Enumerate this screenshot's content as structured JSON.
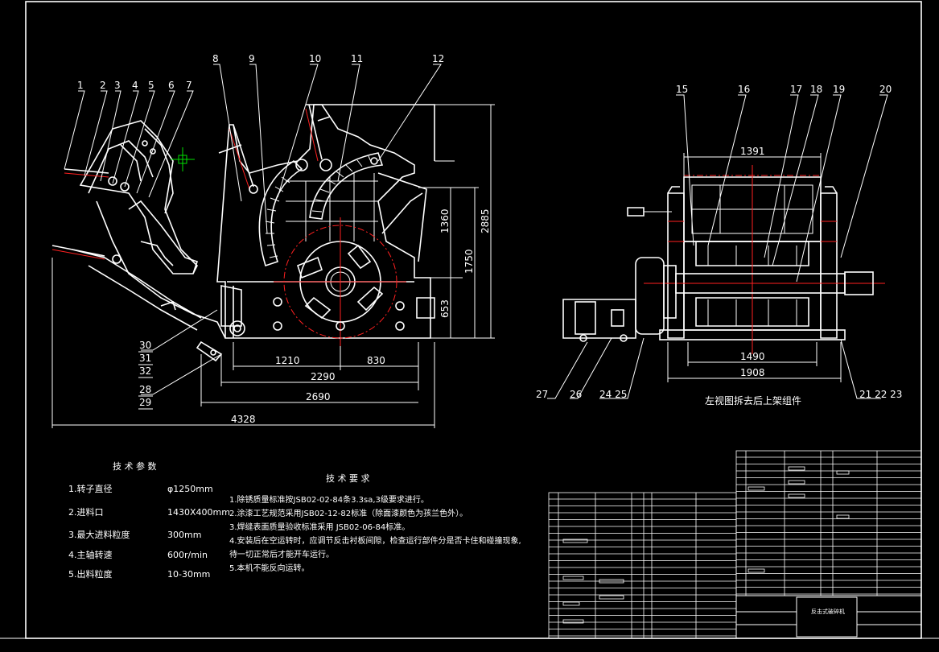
{
  "title_block": {
    "name": "反击式破碎机"
  },
  "front_view": {
    "part_numbers": [
      "1",
      "2",
      "3",
      "4",
      "5",
      "6",
      "7",
      "8",
      "9",
      "10",
      "11",
      "12"
    ],
    "side_numbers": [
      "30",
      "31",
      "32",
      "28",
      "29"
    ],
    "dimensions": {
      "h1360": "1360",
      "h1750": "1750",
      "h2885": "2885",
      "h653": "653",
      "w1210": "1210",
      "w830": "830",
      "w2290": "2290",
      "w2690": "2690",
      "w4328": "4328"
    }
  },
  "side_view": {
    "part_numbers": [
      "15",
      "16",
      "17",
      "18",
      "19",
      "20"
    ],
    "bottom_numbers": [
      "27",
      "26",
      "24 25",
      "21 22 23"
    ],
    "dimensions": {
      "w1391": "1391",
      "w1490": "1490",
      "w1908": "1908"
    },
    "caption": "左视图拆去后上架组件"
  },
  "tech_params": {
    "heading": "技 术 参 数",
    "rows": [
      {
        "label": "1.转子直径",
        "value": "φ1250mm"
      },
      {
        "label": "2.进料口",
        "value": "1430X400mm"
      },
      {
        "label": "3.最大进料粒度",
        "value": "300mm"
      },
      {
        "label": "4.主轴转速",
        "value": "600r/min"
      },
      {
        "label": "5.出料粒度",
        "value": "10-30mm"
      }
    ]
  },
  "tech_requirements": {
    "heading": "技 术 要 求",
    "lines": [
      "1.除锈质量标准按JSB02-02-84条3.3sa,3级要求进行。",
      "2.涂漆工艺规范采用JSB02-12-82标准（除面漆颜色为孩兰色外）。",
      "3.焊缝表面质量验收标准采用 JSB02-06-84标准。",
      "4.安装后在空运转时，应调节反击衬板间隙，检查运行部件分是否卡住和碰撞现象,",
      "  待一切正常后才能开车运行。",
      "5.本机不能反向运转。"
    ]
  },
  "colors": {
    "line": "#ffffff",
    "center": "#ff2020",
    "cursor": "#00e000",
    "background": "#000000"
  }
}
